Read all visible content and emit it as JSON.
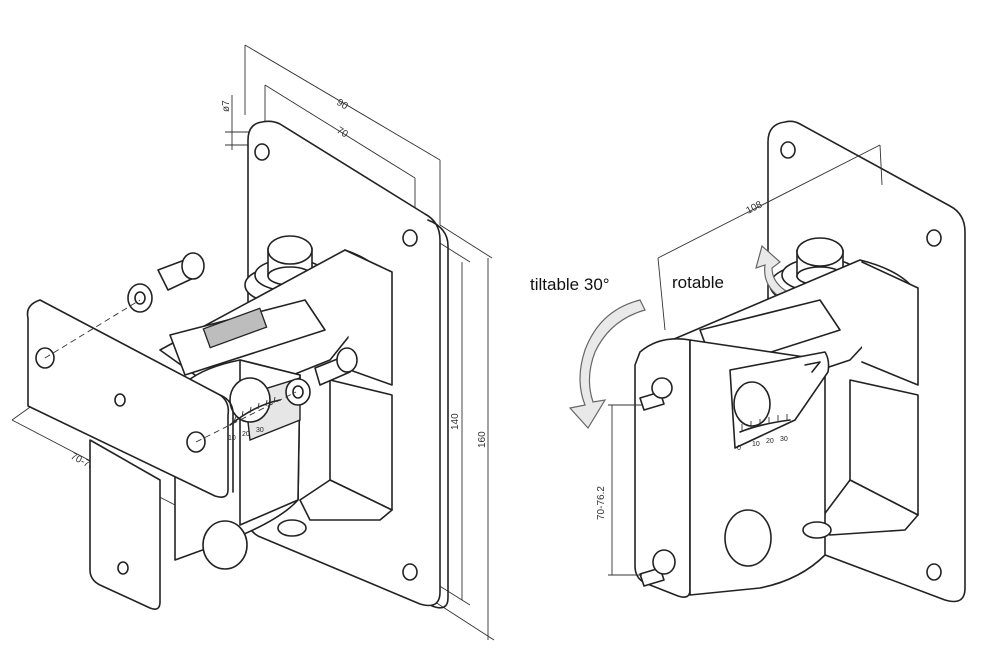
{
  "labels": {
    "tilt": "tiltable 30°",
    "rotate": "rotable"
  },
  "dimensions": {
    "d90": "90",
    "d70": "70",
    "dhole": "ø7",
    "d140": "140",
    "d160": "160",
    "d70_76_left": "70-76.2",
    "d108": "108",
    "d70_76_right": "70-76.2"
  },
  "scale": {
    "left": [
      "10",
      "20",
      "30"
    ],
    "right": [
      "0",
      "10",
      "20",
      "30"
    ]
  }
}
